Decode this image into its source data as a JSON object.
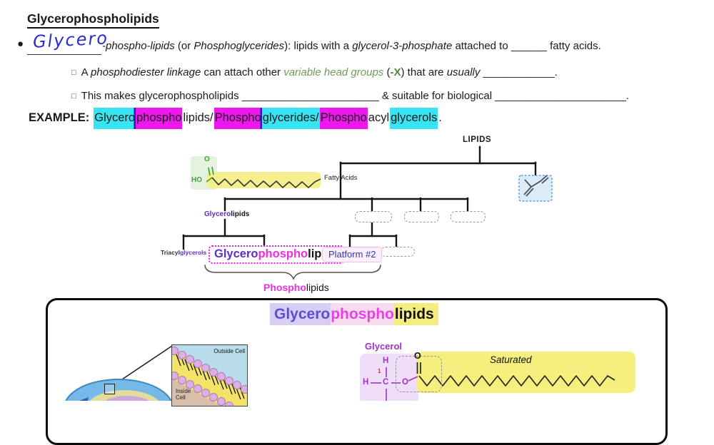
{
  "title": "Glycerophospholipids",
  "bullet": {
    "marker": "●",
    "handwritten": "Glycero",
    "segments": {
      "s1": "-phospho-lipids",
      "s2": " (or ",
      "s3": "Phosphoglycerides",
      "s4": "): lipids with a ",
      "s5": "glycerol-3-phosphate",
      "s6": " attached to ",
      "s7": "______",
      "s8": " fatty acids."
    }
  },
  "sub1": {
    "marker": "□",
    "segments": {
      "s1": "A ",
      "s2": "phosphodiester linkage",
      "s3": " can attach other ",
      "s4": "variable head groups",
      "s5": " (",
      "s6": "-X",
      "s7": ") that are ",
      "s8": "usually",
      "s9": " ____________."
    }
  },
  "sub2": {
    "marker": "□",
    "segments": {
      "s1": "This makes glycerophospholipids ",
      "s2": "_______________________",
      "s3": " & suitable for biological ",
      "s4": "______________________",
      "s5": "."
    }
  },
  "example": {
    "label": "EXAMPLE:",
    "segments": [
      {
        "text": "Glycero",
        "highlight": "cyan"
      },
      {
        "text": "phospho",
        "highlight": "magenta"
      },
      {
        "text": "lipids/",
        "highlight": "none"
      },
      {
        "text": "Phospho",
        "highlight": "magenta"
      },
      {
        "text": "glycerides/",
        "highlight": "cyan"
      },
      {
        "text": "Phospho",
        "highlight": "magenta"
      },
      {
        "text": "acyl",
        "highlight": "none"
      },
      {
        "text": "glycerols",
        "highlight": "cyan"
      },
      {
        "text": ".",
        "highlight": "none"
      }
    ]
  },
  "tree": {
    "root_label": "LIPIDS",
    "fatty_acids_label": "Fatty Acids",
    "fatty_acid_ho": "HO",
    "fatty_acid_o": "O",
    "glycerolipids": {
      "glycero": "Glycero",
      "lipids": "lipids"
    },
    "triacylglycerols": {
      "triacyl": "Triacyl",
      "glycerols": "glycerols"
    },
    "glycerophospholipids_box": {
      "glycero": "Glycero",
      "phospho": "phospho",
      "lipids": "lipids"
    },
    "platform_box_label": "Platform #2",
    "phospholipids": {
      "phospho": "Phospho",
      "lipids": "lipids"
    }
  },
  "panel": {
    "title": {
      "glycero": "Glycero",
      "phospho": "phospho",
      "lipids": "lipids"
    },
    "membrane": {
      "outside": "Outside Cell",
      "inside": "Inside Cell"
    },
    "glycerol_label": "Glycerol",
    "saturated_label": "Saturated",
    "atoms": {
      "h_top": "H",
      "carbon_number": "1",
      "h_left": "H",
      "c": "C",
      "o_ester": "O",
      "o_carbonyl": "O"
    }
  },
  "colors": {
    "highlight_cyan": "#38E4F2",
    "highlight_magenta": "#EE18EE",
    "handwriting_blue": "#2B2BD0",
    "green_italic_text": "#6E9C5E",
    "green_bold_x": "#55853F",
    "purple_glycero": "#5B2FBF",
    "magenta_phospho": "#EE2FE0",
    "platform_blue": "#3038B0",
    "yellow_highlight": "#F5F07E",
    "structure_green": "#3FA535",
    "glycerol_purple": "#A030C8",
    "title_lavender": "#D8CEF4",
    "title_pink": "#F8DCEE",
    "title_yellow": "#F3EE7E"
  }
}
